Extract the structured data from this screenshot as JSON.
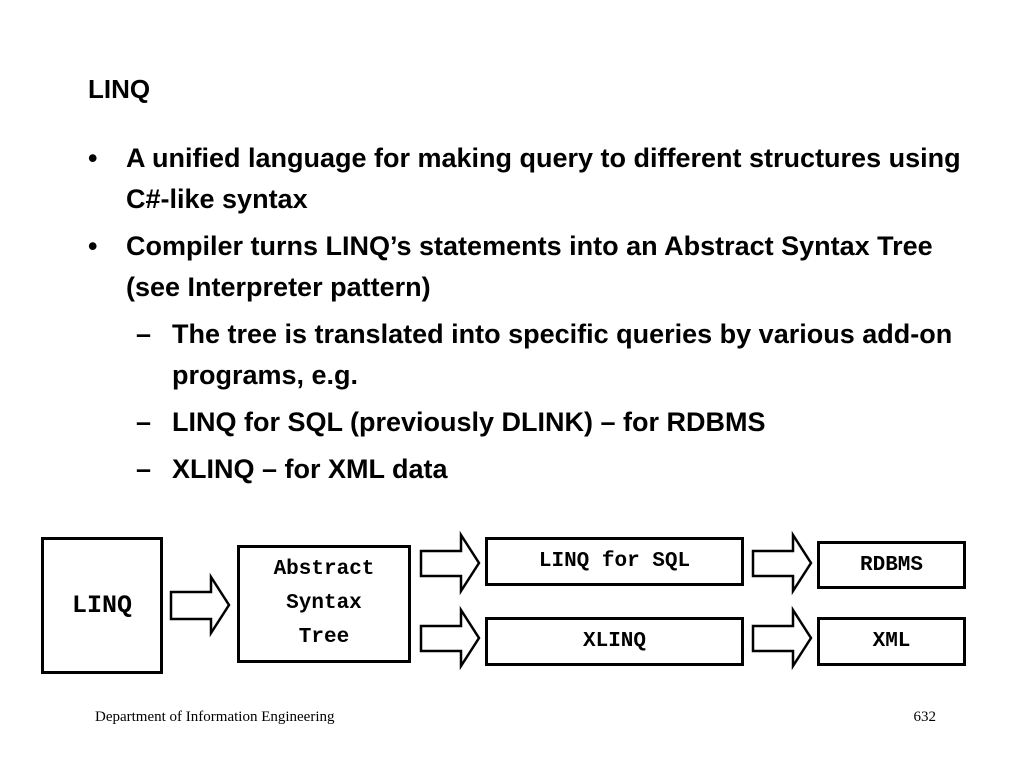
{
  "slide": {
    "title": "LINQ",
    "bullets": [
      {
        "level": 1,
        "marker": "•",
        "text": "A unified language for making query to different structures using C#-like syntax"
      },
      {
        "level": 1,
        "marker": "•",
        "text": "Compiler turns LINQ’s statements into an Abstract Syntax Tree (see Interpreter pattern)"
      },
      {
        "level": 2,
        "marker": "–",
        "text": "The tree is translated into specific queries by various add-on programs, e.g."
      },
      {
        "level": 2,
        "marker": "–",
        "text": "LINQ for SQL (previously DLINK) – for RDBMS"
      },
      {
        "level": 2,
        "marker": "–",
        "text": "XLINQ  – for XML data"
      }
    ]
  },
  "diagram": {
    "linq": "LINQ",
    "ast": {
      "line1": "Abstract",
      "line2": "Syntax",
      "line3": "Tree"
    },
    "linq_for_sql": "LINQ for SQL",
    "xlinq": "XLINQ",
    "rdbms": "RDBMS",
    "xml": "XML"
  },
  "footer": {
    "department": "Department of Information Engineering",
    "page": "632"
  }
}
